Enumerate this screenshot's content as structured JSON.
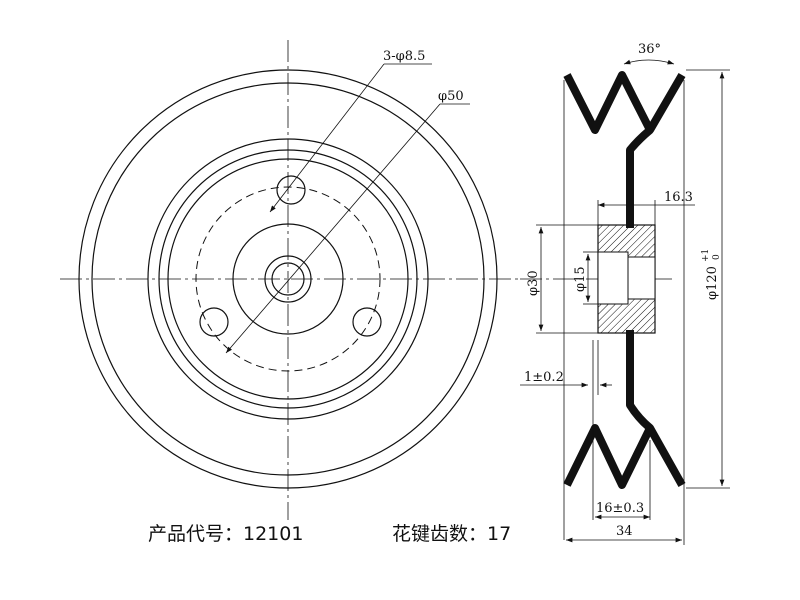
{
  "drawing": {
    "front_view": {
      "hole_callout": "3-φ8.5",
      "bolt_circle_callout": "φ50"
    },
    "side_view": {
      "groove_angle": "36°",
      "hub_width": "16.3",
      "outer_diameter": "φ120",
      "outer_diameter_tol_upper": "+1",
      "outer_diameter_tol_lower": "0",
      "hub_diameter": "φ30",
      "bore_diameter": "φ15",
      "sheet_thickness": "1±0.2",
      "groove_pitch": "16±0.3",
      "overall_width": "34"
    },
    "caption": {
      "product_code": "产品代号：12101",
      "spline_teeth": "花键齿数：17"
    }
  }
}
